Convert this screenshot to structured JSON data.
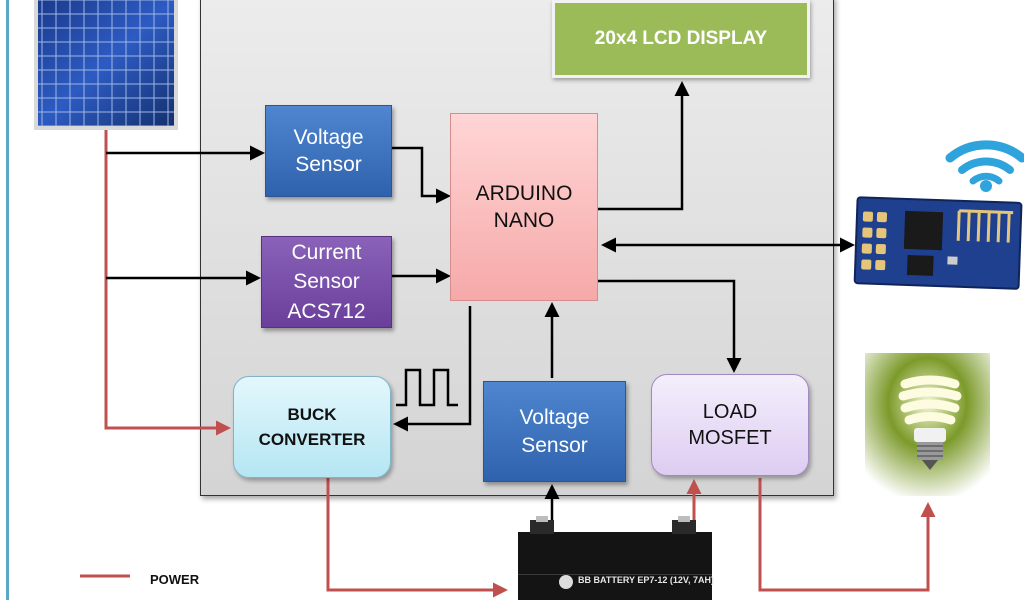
{
  "blocks": {
    "lcd_display": "20x4  LCD  DISPLAY",
    "voltage_sensor_top": [
      "Voltage",
      "Sensor"
    ],
    "current_sensor": [
      "Current",
      "Sensor",
      "ACS712"
    ],
    "arduino_nano": [
      "ARDUINO",
      "NANO"
    ],
    "buck_converter": [
      "BUCK",
      "CONVERTER"
    ],
    "voltage_sensor_bottom": [
      "Voltage",
      "Sensor"
    ],
    "load_mosfet": [
      "LOAD",
      "MOSFET"
    ]
  },
  "battery_label": "BB BATTERY  EP7-12 (12V, 7AH)",
  "legend": {
    "power_label": "POWER"
  },
  "colors": {
    "power_line": "#c0504d",
    "signal_line": "#000000",
    "lcd_green": "#9bbb59",
    "sensor_blue": "#3a6fbf",
    "current_purple": "#7a4ea8"
  }
}
